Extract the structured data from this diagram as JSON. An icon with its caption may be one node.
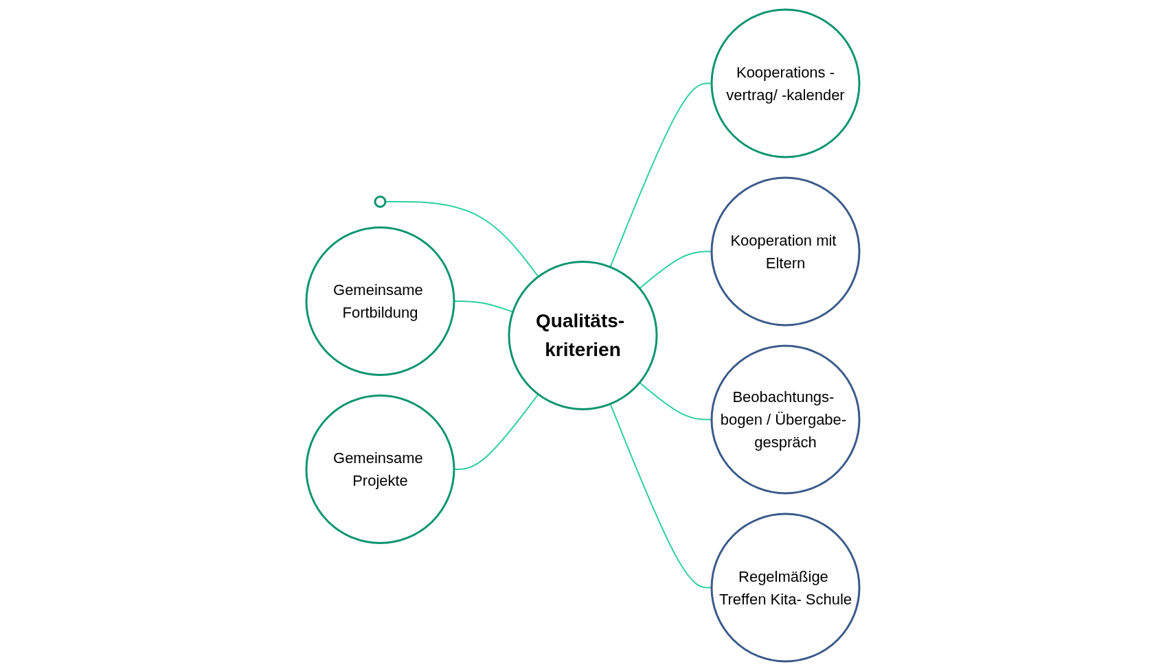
{
  "diagram": {
    "nodes": [
      {
        "text": [
          "Qualitäts- kriterien"
        ]
      },
      {
        "text": [],
        "shape": "circle"
      },
      {
        "text": [
          "Kooperations -vertrag/ -kalender"
        ]
      },
      {
        "text": [
          "Gemeinsame Fortbildung"
        ]
      },
      {
        "text": [
          "Kooperation mit Eltern"
        ]
      },
      {
        "text": [
          "Gemeinsame Projekte"
        ]
      },
      {
        "text": [
          "Beobachtungs- bogen / Übergabe- gespräch"
        ]
      },
      {
        "text": [
          "Regelmäßige Treffen Kita- Schule"
        ]
      }
    ],
    "edges": [
      {
        "from": 1,
        "to": 0,
        "arrow": "none"
      },
      {
        "from": 3,
        "to": 0,
        "arrow": "none"
      },
      {
        "from": 5,
        "to": 0,
        "arrow": "none"
      },
      {
        "from": 0,
        "to": 2,
        "arrow": "none"
      },
      {
        "from": 0,
        "to": 4,
        "arrow": "none"
      },
      {
        "from": 0,
        "to": 6,
        "arrow": "none"
      },
      {
        "from": 0,
        "to": 7,
        "arrow": "none"
      }
    ]
  }
}
